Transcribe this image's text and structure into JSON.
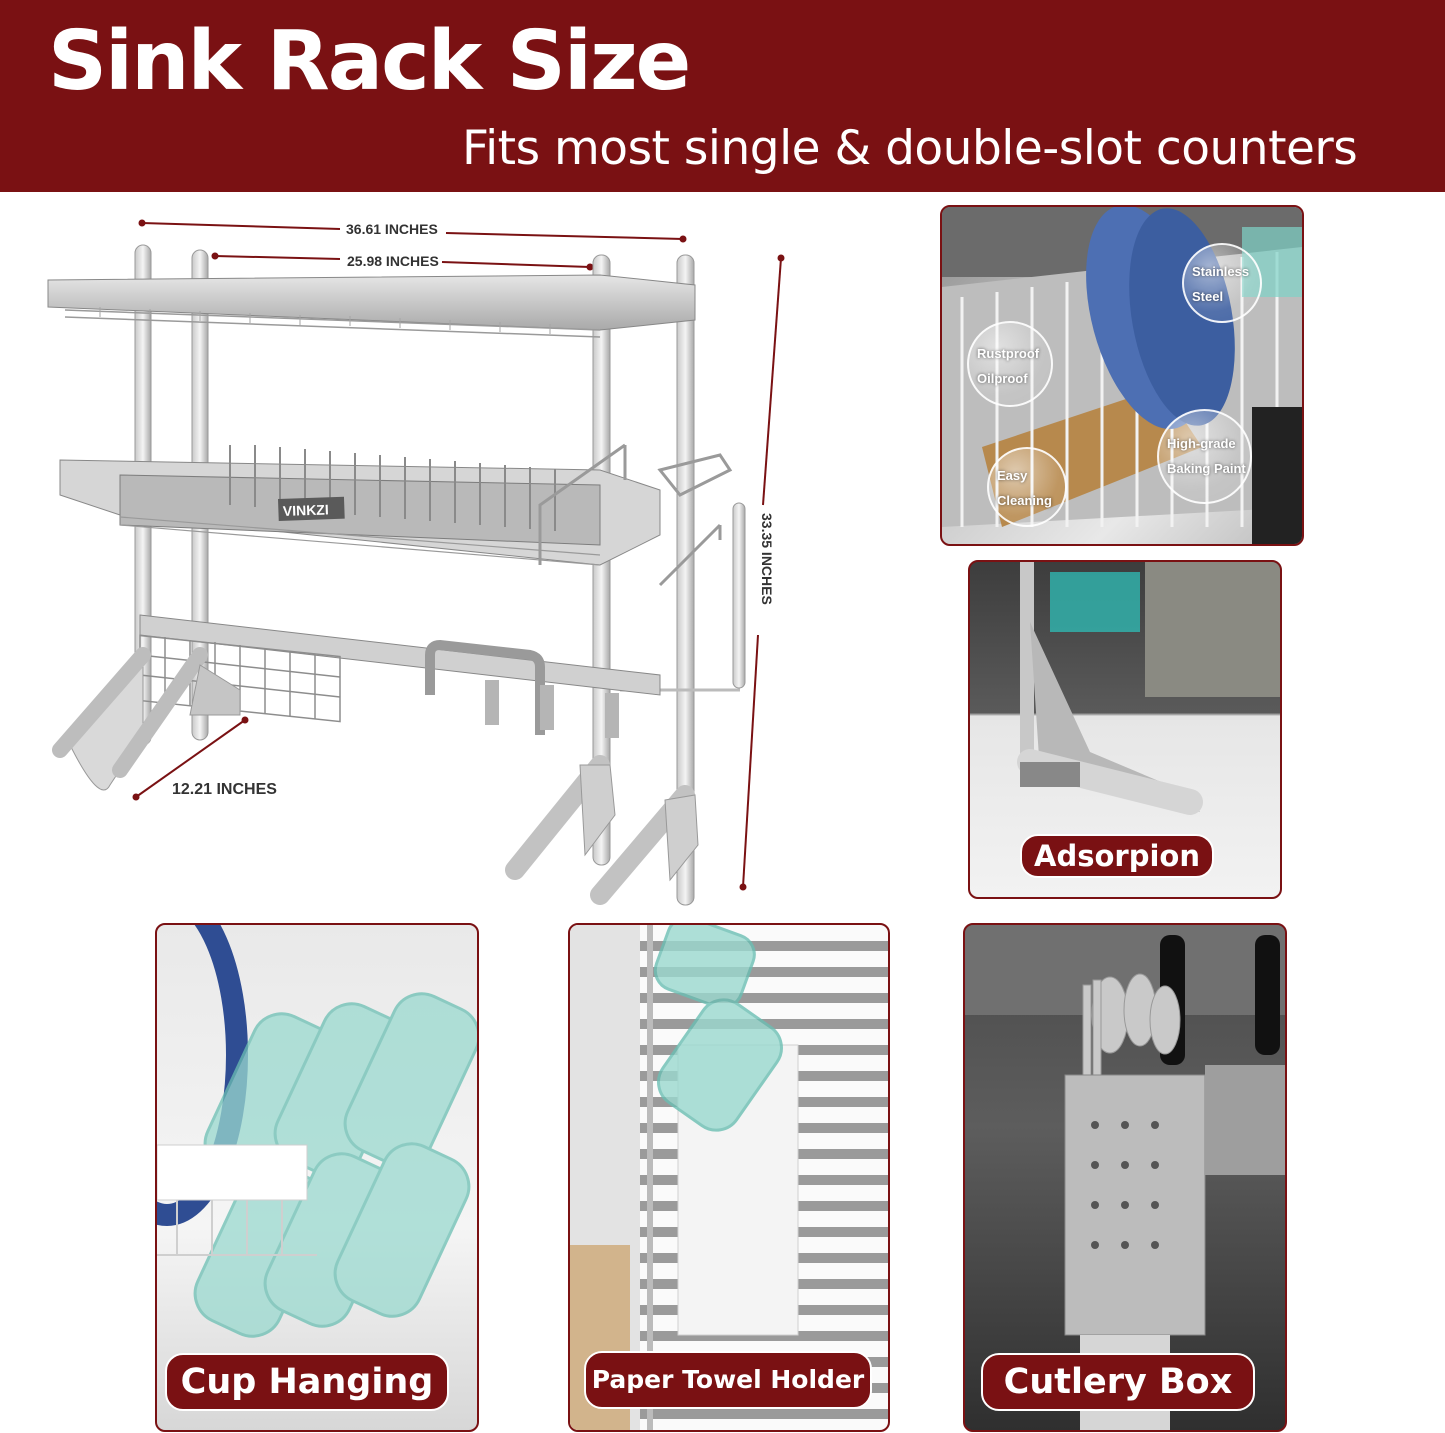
{
  "header": {
    "title": "Sink Rack Size",
    "subtitle": "Fits most single & double-slot counters"
  },
  "colors": {
    "brand": "#7a1113",
    "badge_text": "#ffffff"
  },
  "rack": {
    "brand_label": "VINKZI",
    "dimensions": {
      "total_width": "36.61 INCHES",
      "inner_width": "25.98 INCHES",
      "height": "33.35 INCHES",
      "depth": "12.21 INCHES"
    }
  },
  "features": {
    "material": {
      "bubbles": [
        {
          "line1": "Stainless",
          "line2": "Steel"
        },
        {
          "line1": "Rustproof",
          "line2": "Oilproof"
        },
        {
          "line1": "High-grade",
          "line2": "Baking Paint"
        },
        {
          "line1": "Easy",
          "line2": "Cleaning"
        }
      ]
    },
    "adsorption_label": "Adsorpion",
    "cup_hanging_label": "Cup Hanging",
    "paper_towel_label": "Paper Towel Holder",
    "cutlery_label": "Cutlery Box"
  }
}
